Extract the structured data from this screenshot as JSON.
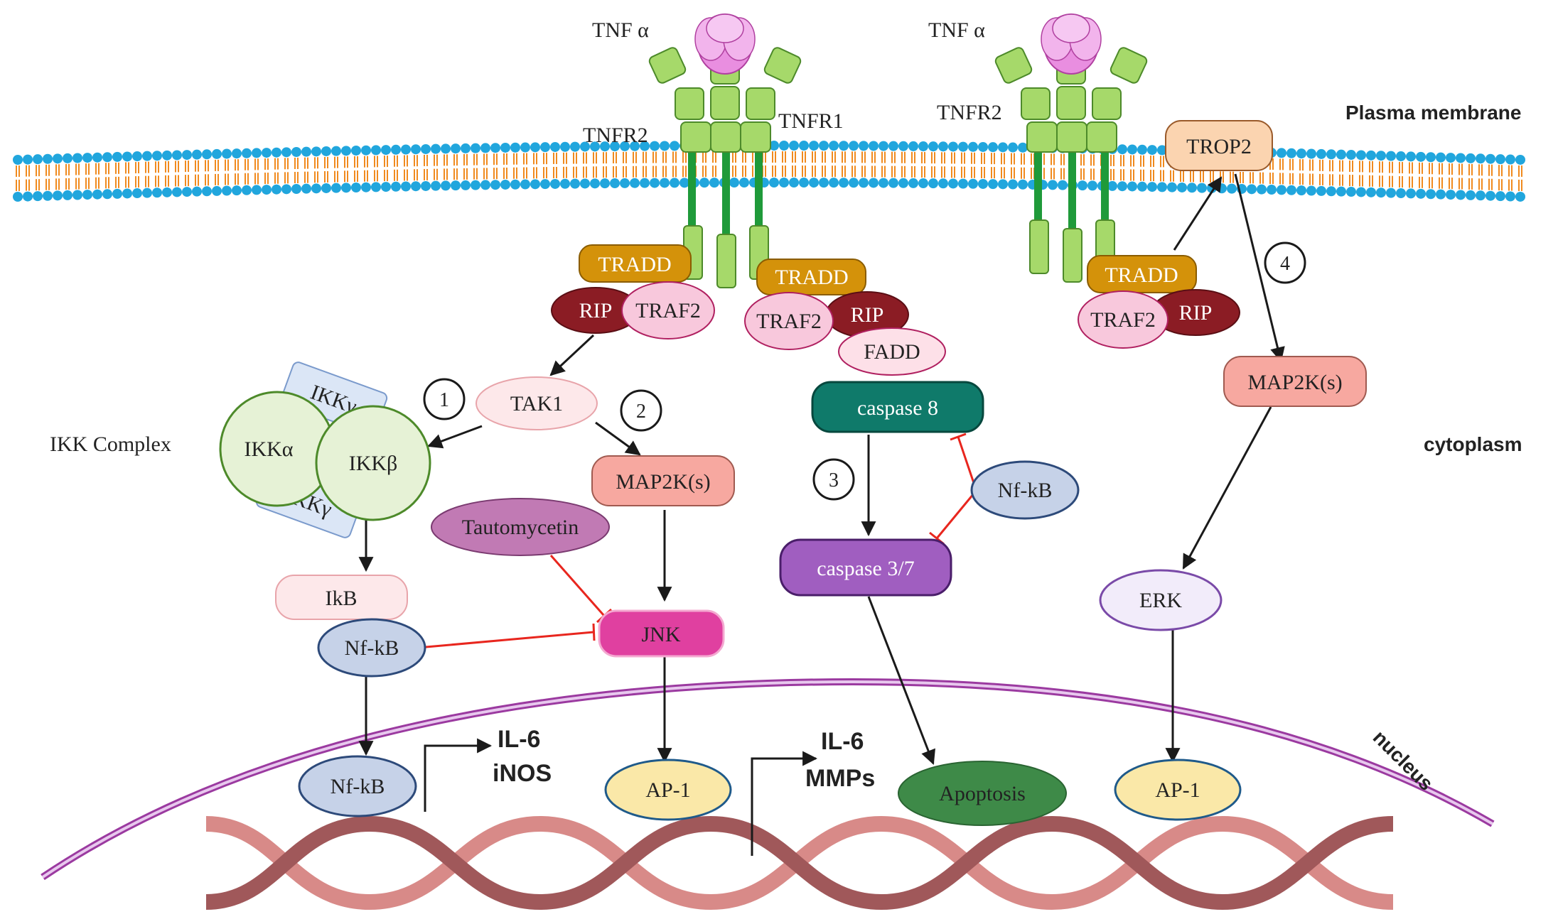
{
  "labels": {
    "tnf_alpha": "TNF α",
    "tnfr2": "TNFR2",
    "tnfr1": "TNFR1",
    "plasma_membrane": "Plasma membrane",
    "cytoplasm": "cytoplasm",
    "nucleus": "nucleus",
    "ikk_complex": "IKK Complex"
  },
  "nodes": {
    "tradd": "TRADD",
    "rip": "RIP",
    "traf2": "TRAF2",
    "fadd": "FADD",
    "trop2": "TROP2",
    "tak1": "TAK1",
    "ikk_gamma": "IKKγ",
    "ikk_alpha": "IKKα",
    "ikk_beta": "IKKβ",
    "ikb": "IkB",
    "nfkb": "Nf-kB",
    "map2k": "MAP2K(s)",
    "tautomycetin": "Tautomycetin",
    "jnk": "JNK",
    "ap1": "AP-1",
    "caspase8": "caspase 8",
    "caspase37": "caspase 3/7",
    "apoptosis": "Apoptosis",
    "erk": "ERK"
  },
  "outputs": {
    "il6": "IL-6",
    "inos": "iNOS",
    "mmps": "MMPs"
  },
  "steps": [
    "1",
    "2",
    "3",
    "4"
  ],
  "colors": {
    "tradd": "#d4920a",
    "rip": "#8b1c24",
    "traf2": "#f8c8dc",
    "inhibit": "#e8261e",
    "membrane_head": "#21a6dd",
    "membrane_tail": "#f08a1e",
    "receptor": "#a6d96a",
    "tnf": "#e98ee0",
    "caspase8": "#0f7a6a",
    "caspase37": "#a05ec0",
    "jnk": "#e040a0",
    "apoptosis": "#3e8a48",
    "dna_dark": "#a0585a",
    "dna_light": "#d88a88"
  }
}
